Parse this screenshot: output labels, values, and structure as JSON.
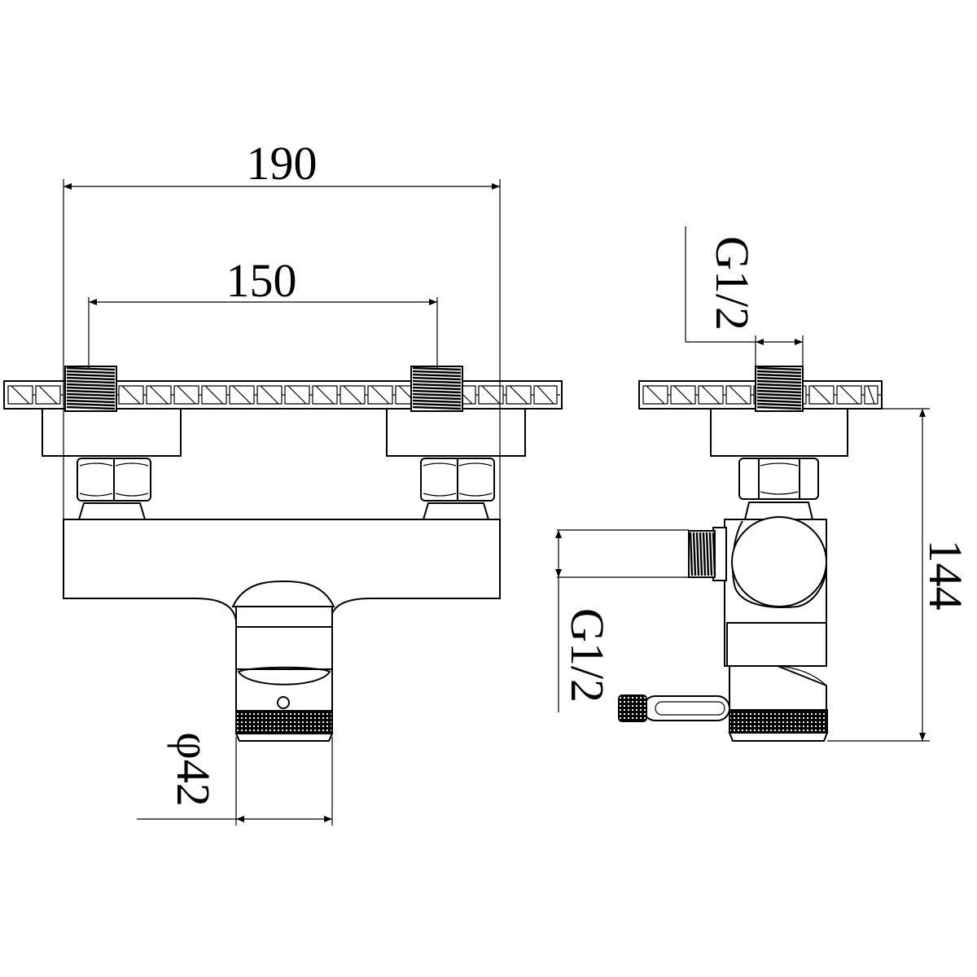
{
  "dimensions": {
    "overall_width": "190",
    "inlet_spacing": "150",
    "inlet_thread_top": "G1/2",
    "outlet_thread_side": "G1/2",
    "knob_diameter": "φ42",
    "overall_depth": "144"
  },
  "colors": {
    "line": "#000000",
    "background": "#ffffff"
  }
}
